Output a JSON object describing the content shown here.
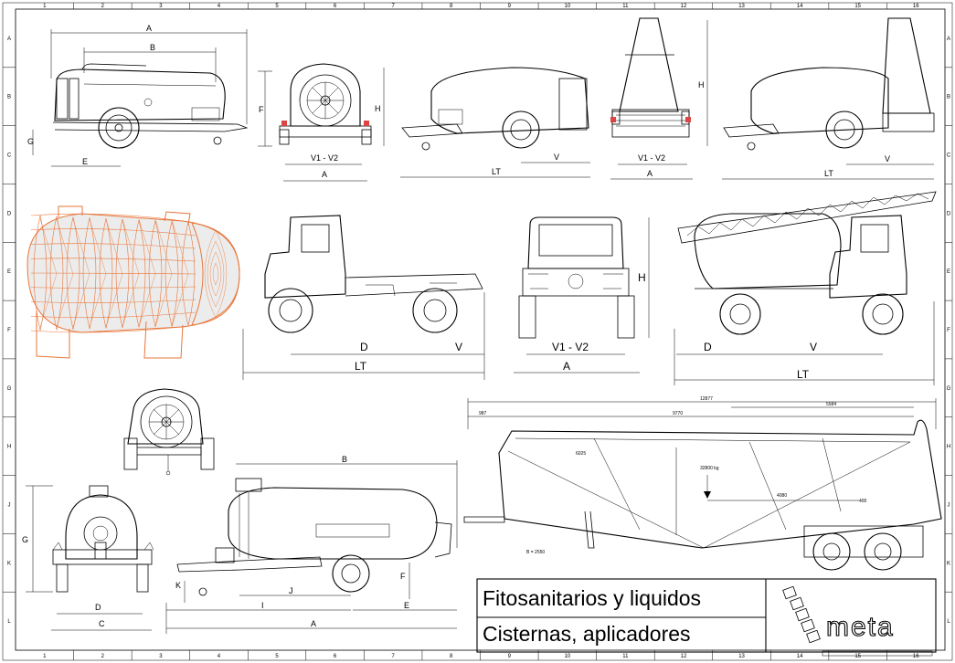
{
  "border": {
    "columns": [
      "1",
      "2",
      "3",
      "4",
      "5",
      "6",
      "7",
      "8",
      "9",
      "10",
      "11",
      "12",
      "13",
      "14",
      "15",
      "16"
    ],
    "rows": [
      "A",
      "B",
      "C",
      "D",
      "E",
      "F",
      "G",
      "H",
      "J",
      "K",
      "L"
    ]
  },
  "views": {
    "trailer_side": {
      "A": "A",
      "B": "B",
      "F": "F",
      "G": "G",
      "E": "E"
    },
    "trailer_rear": {
      "H": "H",
      "V1V2": "V1 - V2",
      "A": "A"
    },
    "tow_side": {
      "LT": "LT",
      "V": "V"
    },
    "tall_rear": {
      "H": "H",
      "V1V2": "V1 - V2",
      "A": "A"
    },
    "tall_side": {
      "LT": "LT",
      "V": "V"
    },
    "truck_side": {
      "D": "D",
      "V": "V",
      "LT": "LT"
    },
    "truck_front": {
      "H": "H",
      "V1V2": "V1 - V2",
      "A": "A"
    },
    "crane_truck": {
      "D": "D",
      "V": "V",
      "LT": "LT"
    },
    "tank_rear": {
      "G": "G",
      "D": "D",
      "C": "C"
    },
    "tanker_side": {
      "B": "B",
      "K": "K",
      "J": "J",
      "I": "I",
      "F": "F",
      "E": "E",
      "A": "A"
    },
    "semitrailer": {
      "total": "12877",
      "d1": "987",
      "d2": "9770",
      "d3": "5584",
      "d4": "6025",
      "load": "32800 kg",
      "d5": "4080",
      "d6": "400",
      "b": "B = 2550"
    }
  },
  "title_block": {
    "line1": "Fitosanitarios y liquidos",
    "line2": "Cisternas, aplicadores",
    "logo": "meta"
  },
  "colors": {
    "wireframe": "#e8763a",
    "line": "#000000",
    "paper": "#ffffff"
  }
}
